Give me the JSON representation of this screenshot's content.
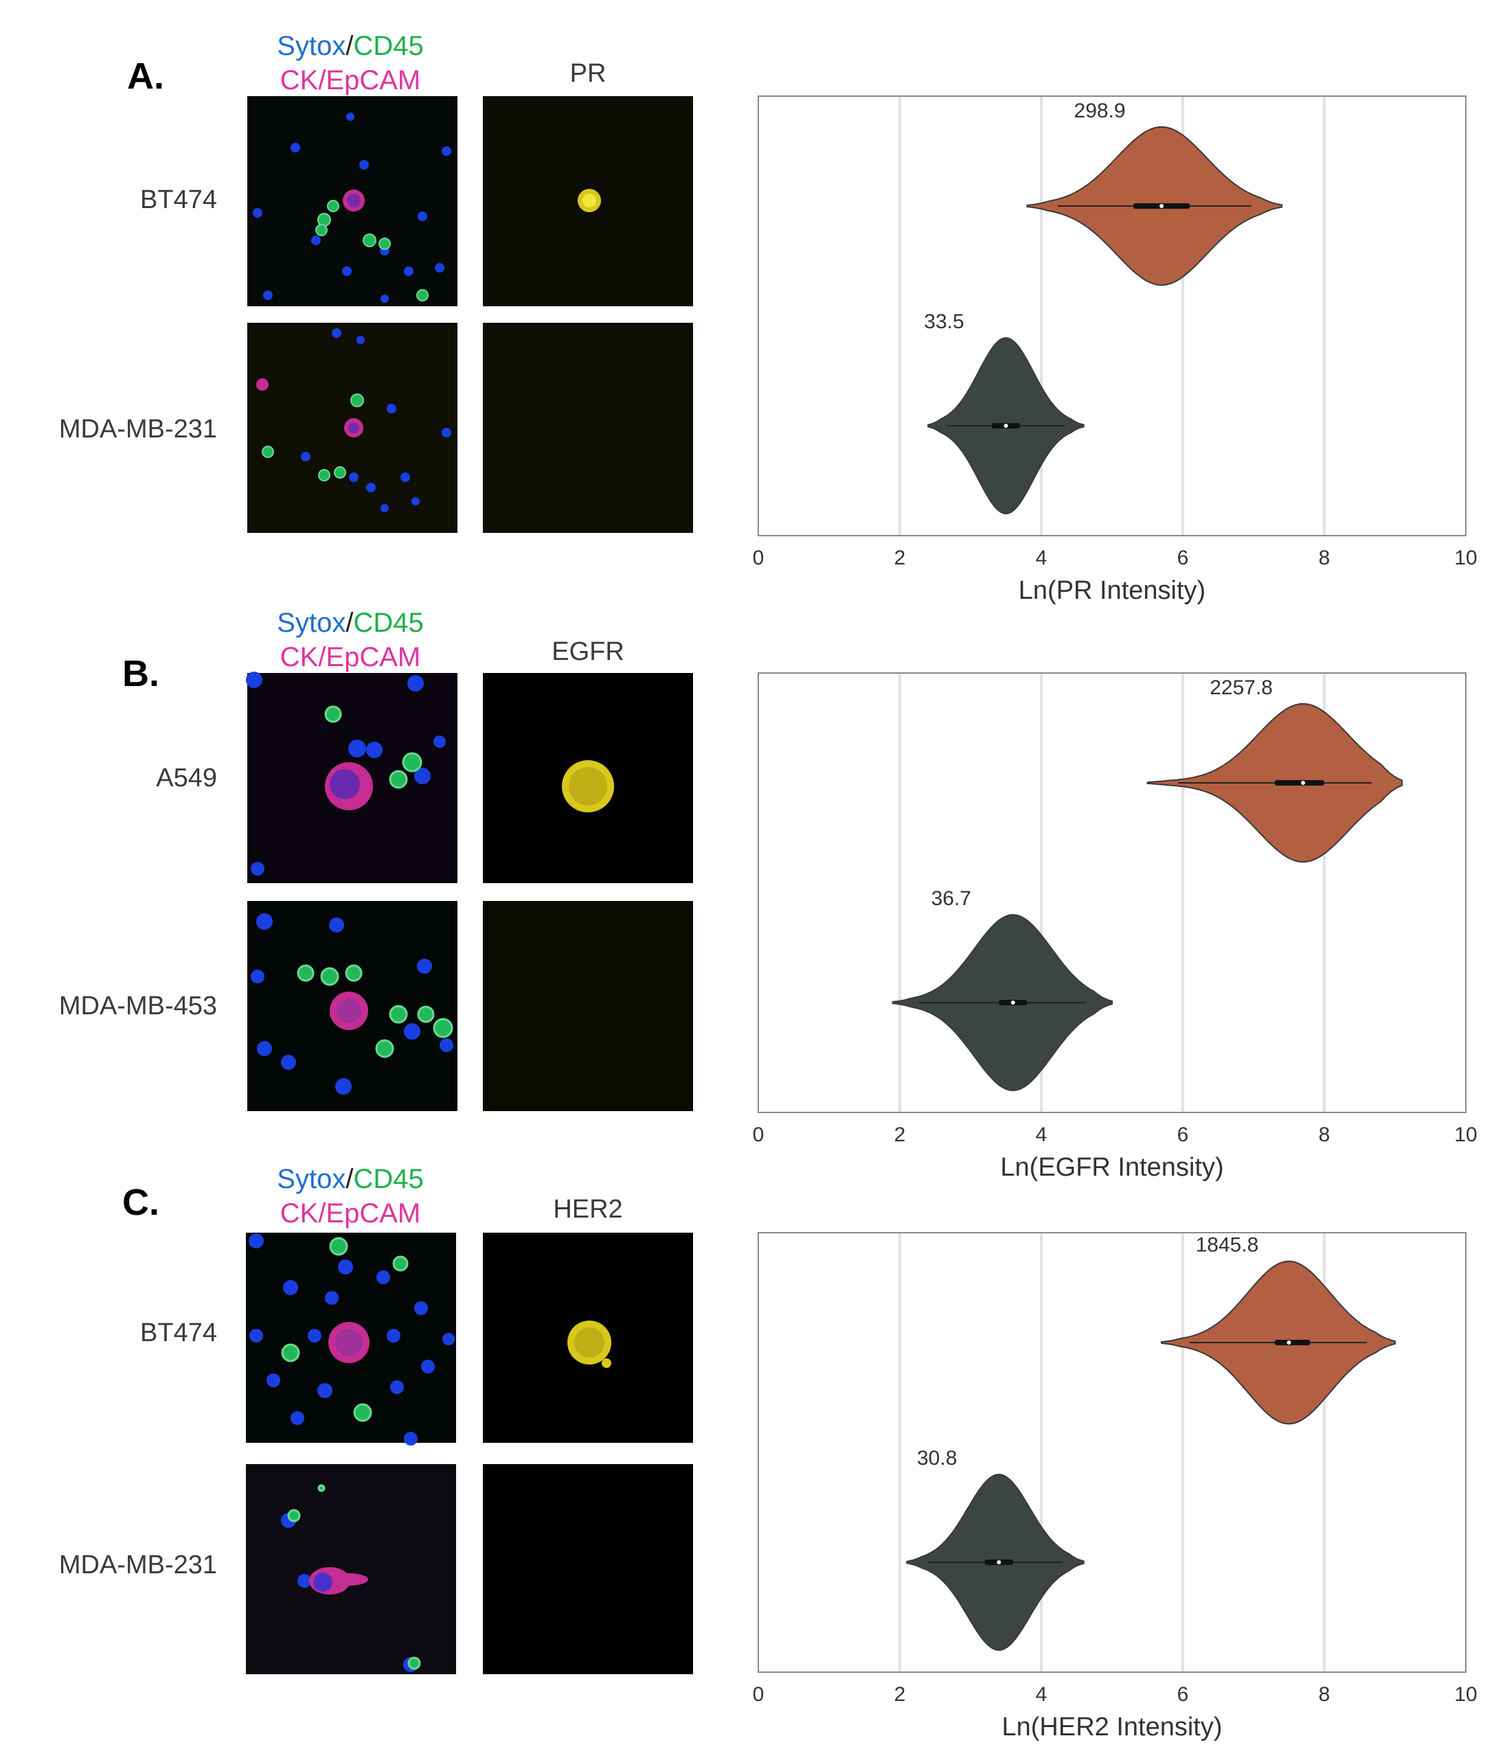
{
  "legend": {
    "sytox": "Sytox",
    "slash": "/",
    "cd45": "CD45",
    "ck_epcam": "CK/EpCAM"
  },
  "colors": {
    "sytox": "#1f6fd0",
    "cd45": "#1eb04b",
    "ck_epcam": "#e0339e",
    "positive": "#b35f42",
    "negative": "#3c4542",
    "marker_stain": "#e8d820"
  },
  "panels": [
    {
      "letter": "A.",
      "marker": "PR",
      "rows": [
        {
          "label": "BT474"
        },
        {
          "label": "MDA-MB-231"
        }
      ]
    },
    {
      "letter": "B.",
      "marker": "EGFR",
      "rows": [
        {
          "label": "A549"
        },
        {
          "label": "MDA-MB-453"
        }
      ]
    },
    {
      "letter": "C.",
      "marker": "HER2",
      "rows": [
        {
          "label": "BT474"
        },
        {
          "label": "MDA-MB-231"
        }
      ]
    }
  ],
  "chart_data": [
    {
      "type": "violin",
      "xlabel": "Ln(PR Intensity)",
      "xlim": [
        0,
        10
      ],
      "xticks": [
        "0",
        "2",
        "4",
        "6",
        "8",
        "10"
      ],
      "grid": "vertical",
      "series": [
        {
          "category": "BT474",
          "median_label": "298.9",
          "center": 5.7,
          "min": 3.8,
          "max": 7.4,
          "q1": 5.3,
          "q3": 6.1,
          "max_half_width": 0.36
        },
        {
          "category": "MDA-MB-231",
          "median_label": "33.5",
          "center": 3.5,
          "min": 2.4,
          "max": 4.6,
          "q1": 3.3,
          "q3": 3.7,
          "max_half_width": 0.4
        }
      ]
    },
    {
      "type": "violin",
      "xlabel": "Ln(EGFR Intensity)",
      "xlim": [
        0,
        10
      ],
      "xticks": [
        "0",
        "2",
        "4",
        "6",
        "8",
        "10"
      ],
      "grid": "vertical",
      "series": [
        {
          "category": "A549",
          "median_label": "2257.8",
          "center": 7.7,
          "min": 5.5,
          "max": 9.1,
          "q1": 7.3,
          "q3": 8.0,
          "max_half_width": 0.36
        },
        {
          "category": "MDA-MB-453",
          "median_label": "36.7",
          "center": 3.6,
          "min": 1.9,
          "max": 5.0,
          "q1": 3.4,
          "q3": 3.8,
          "max_half_width": 0.4
        }
      ]
    },
    {
      "type": "violin",
      "xlabel": "Ln(HER2 Intensity)",
      "xlim": [
        0,
        10
      ],
      "xticks": [
        "0",
        "2",
        "4",
        "6",
        "8",
        "10"
      ],
      "grid": "vertical",
      "series": [
        {
          "category": "BT474",
          "median_label": "1845.8",
          "center": 7.5,
          "min": 5.7,
          "max": 9.0,
          "q1": 7.3,
          "q3": 7.8,
          "max_half_width": 0.37
        },
        {
          "category": "MDA-MB-231",
          "median_label": "30.8",
          "center": 3.4,
          "min": 2.1,
          "max": 4.6,
          "q1": 3.2,
          "q3": 3.6,
          "max_half_width": 0.4
        }
      ]
    }
  ]
}
